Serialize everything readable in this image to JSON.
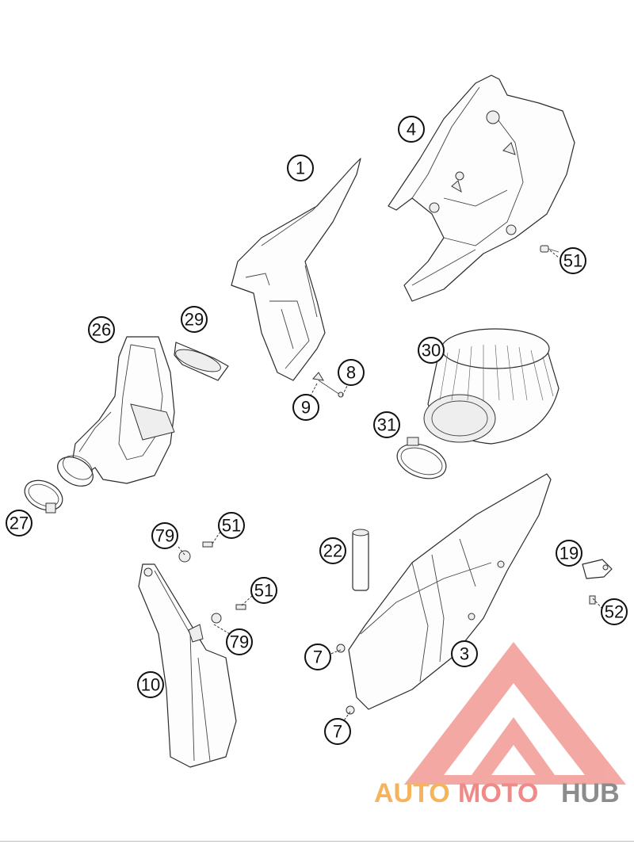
{
  "callouts": [
    {
      "id": "c1",
      "label": "1"
    },
    {
      "id": "c4",
      "label": "4"
    },
    {
      "id": "c51a",
      "label": "51"
    },
    {
      "id": "c26",
      "label": "26"
    },
    {
      "id": "c29",
      "label": "29"
    },
    {
      "id": "c30",
      "label": "30"
    },
    {
      "id": "c8",
      "label": "8"
    },
    {
      "id": "c9",
      "label": "9"
    },
    {
      "id": "c31",
      "label": "31"
    },
    {
      "id": "c27",
      "label": "27"
    },
    {
      "id": "c79a",
      "label": "79"
    },
    {
      "id": "c51b",
      "label": "51"
    },
    {
      "id": "c22",
      "label": "22"
    },
    {
      "id": "c19",
      "label": "19"
    },
    {
      "id": "c51c",
      "label": "51"
    },
    {
      "id": "c79b",
      "label": "79"
    },
    {
      "id": "c52",
      "label": "52"
    },
    {
      "id": "c7a",
      "label": "7"
    },
    {
      "id": "c3",
      "label": "3"
    },
    {
      "id": "c10",
      "label": "10"
    },
    {
      "id": "c7b",
      "label": "7"
    }
  ],
  "watermark": {
    "part1": "AUTO",
    "part2": "MOTO",
    "part3": "HUB",
    "colors": {
      "auto": "#f5b35a",
      "moto": "#f08a88",
      "hub": "#8c8c8c",
      "logo": "#ef8b86"
    }
  }
}
